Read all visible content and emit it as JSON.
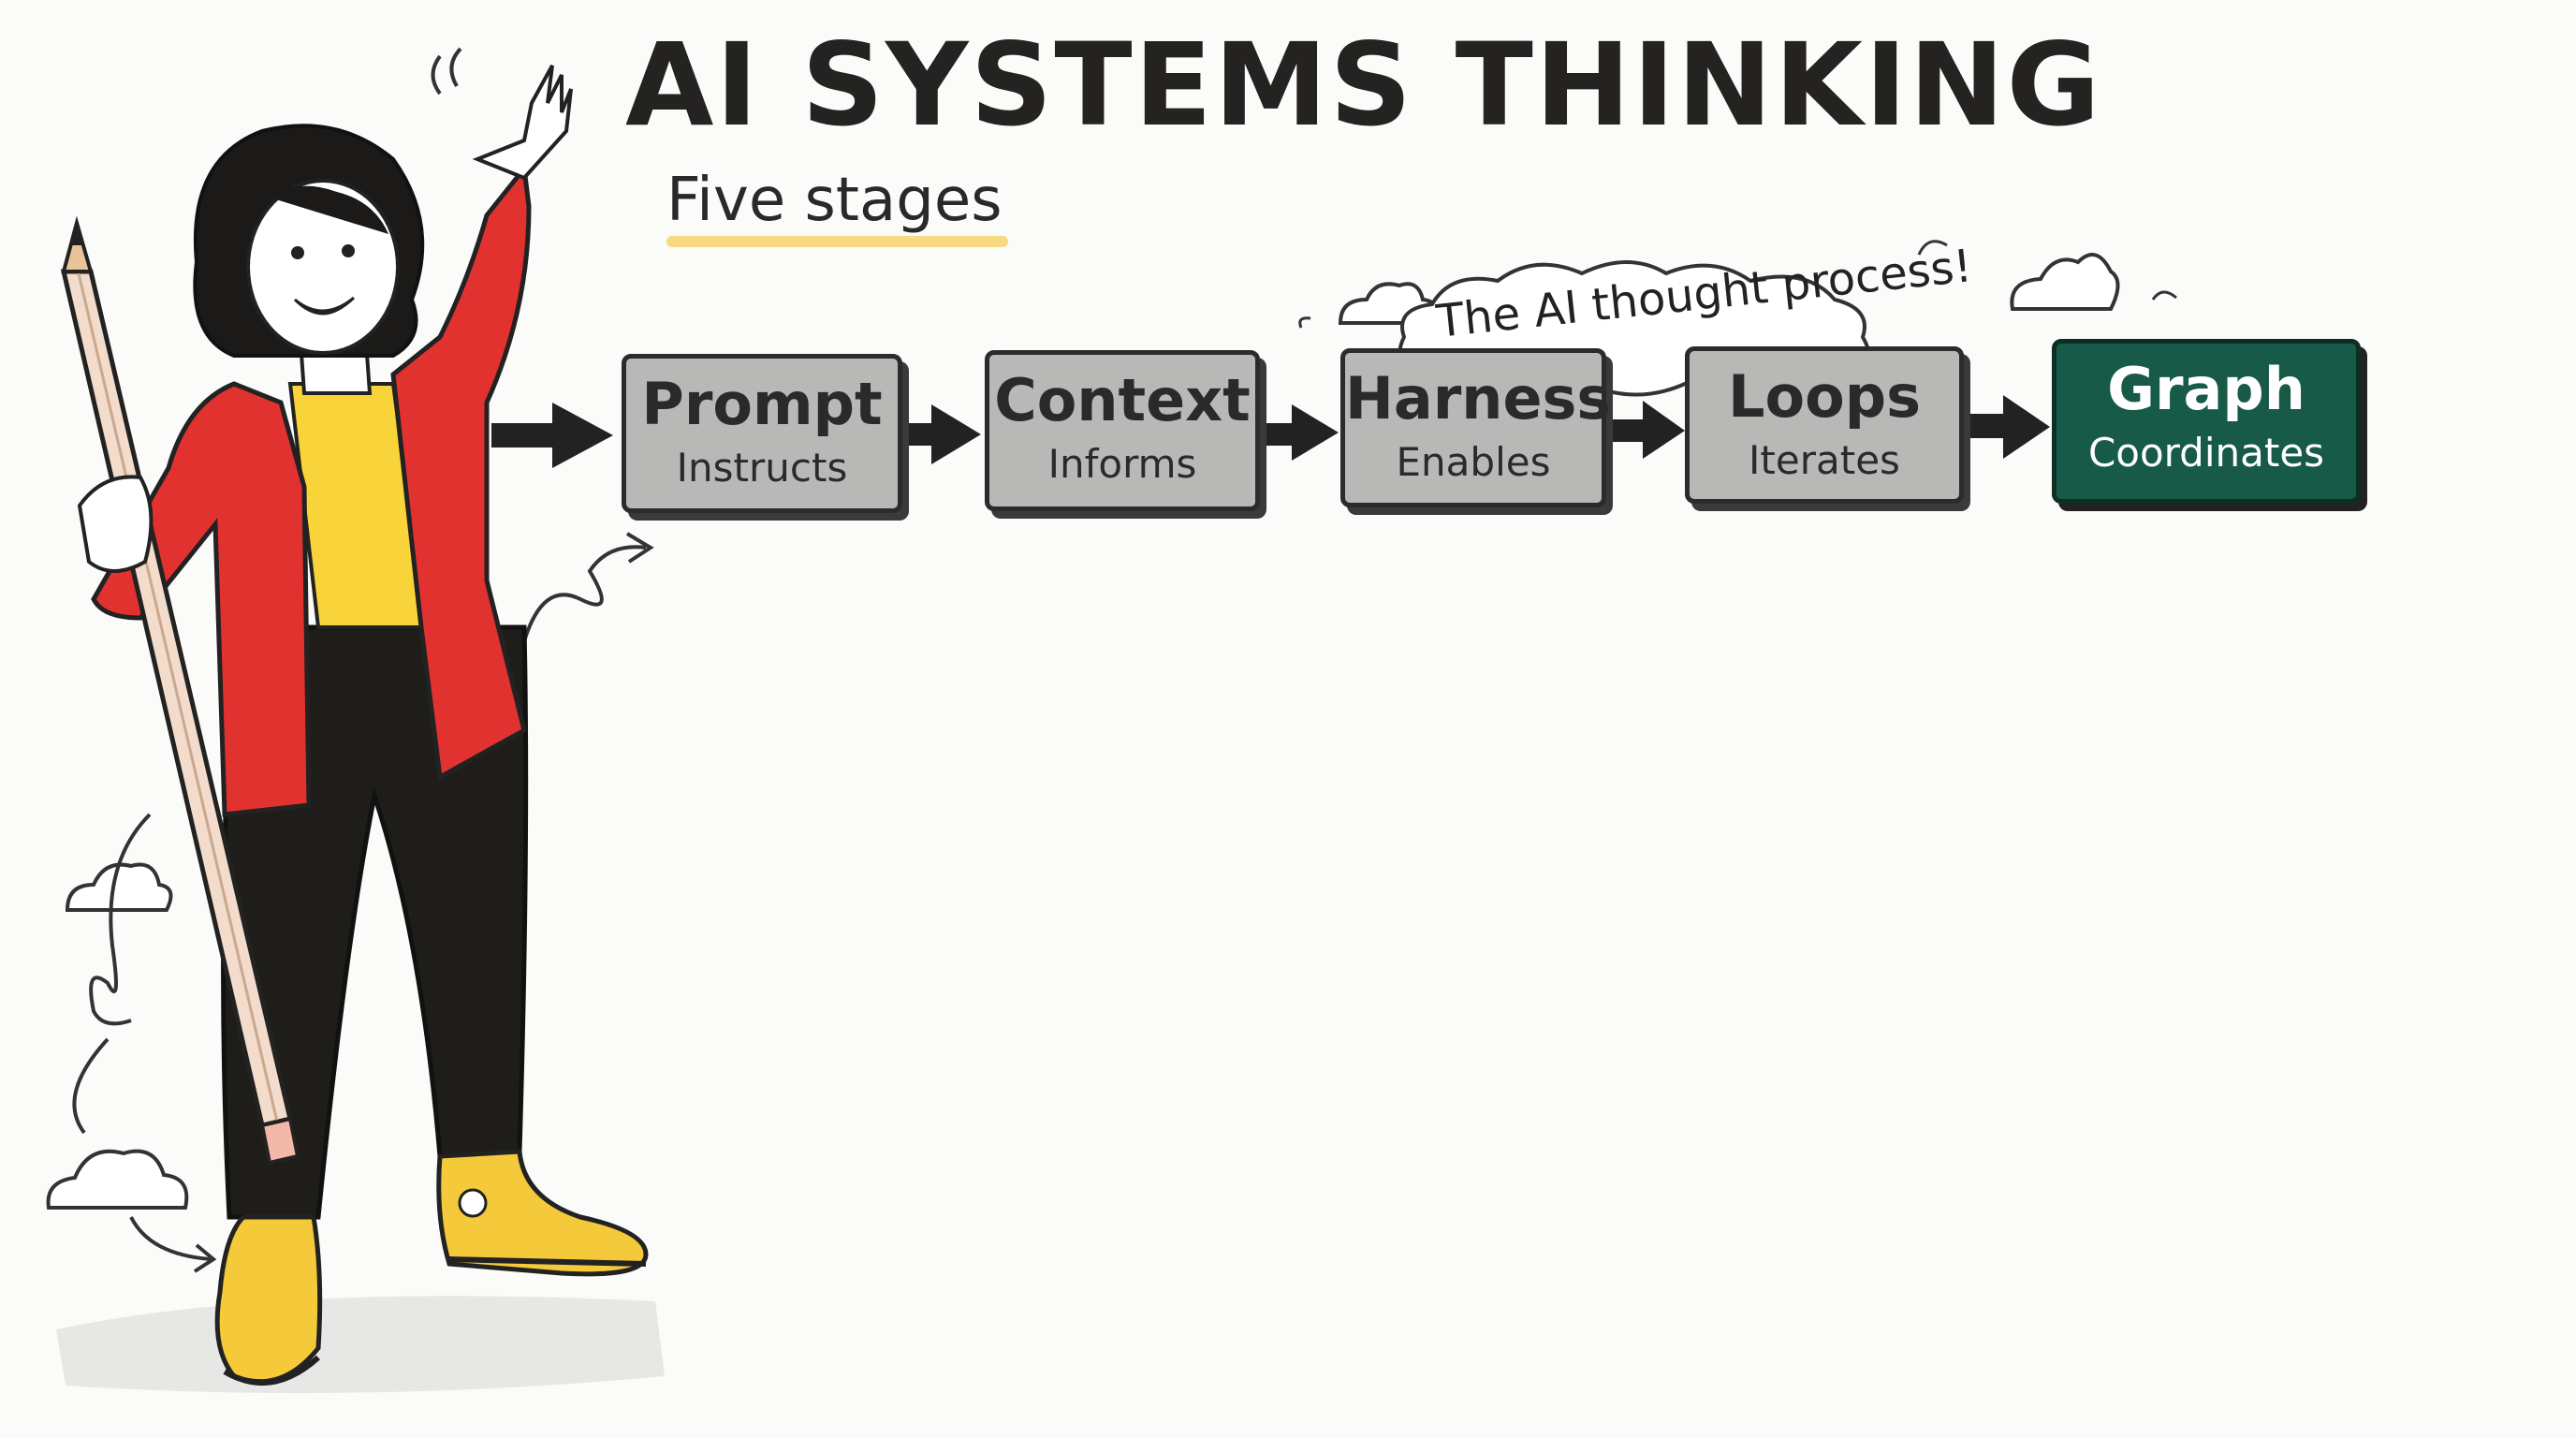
{
  "title": "AI SYSTEMS THINKING",
  "subtitle": "Five stages",
  "thought_bubble": "The AI thought process!",
  "stages": [
    {
      "name": "Prompt",
      "desc": "Instructs"
    },
    {
      "name": "Context",
      "desc": "Informs"
    },
    {
      "name": "Harness",
      "desc": "Enables"
    },
    {
      "name": "Loops",
      "desc": "Iterates"
    },
    {
      "name": "Graph",
      "desc": "Coordinates"
    }
  ],
  "colors": {
    "stage_fill": "#b8b8b6",
    "final_stage_fill": "#175a48",
    "jacket": "#e2322f",
    "shirt": "#f8d43a",
    "highlight": "#f6d36a"
  },
  "illustration": {
    "figure": "woman waving holding giant pencil",
    "icons": [
      "pencil-icon",
      "cloud-icon",
      "sneaker-icon"
    ]
  }
}
